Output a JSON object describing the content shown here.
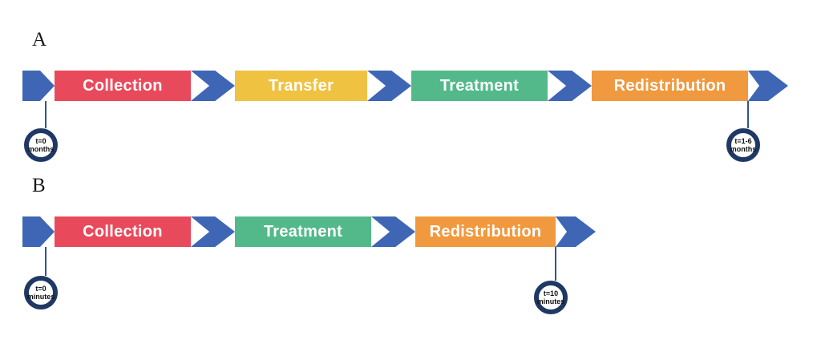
{
  "colors": {
    "connector_blue": "#3E66B5",
    "collection_red": "#E94A5B",
    "transfer_yellow": "#F0C242",
    "treatment_green": "#53B98B",
    "redistribution_orange": "#F0993E",
    "marker_ring_navy": "#1F3864",
    "marker_line_blue": "#2F5496",
    "stage_text": "#FFFFFF"
  },
  "timelines": [
    {
      "label": "A",
      "stages": [
        {
          "label": "Collection",
          "color": "#E94A5B"
        },
        {
          "label": "Transfer",
          "color": "#F0C242"
        },
        {
          "label": "Treatment",
          "color": "#53B98B"
        },
        {
          "label": "Redistribution",
          "color": "#F0993E"
        }
      ],
      "markers": [
        {
          "line1": "t=0",
          "line2": "months"
        },
        {
          "line1": "t=1-6",
          "line2": "months"
        }
      ]
    },
    {
      "label": "B",
      "stages": [
        {
          "label": "Collection",
          "color": "#E94A5B"
        },
        {
          "label": "Treatment",
          "color": "#53B98B"
        },
        {
          "label": "Redistribution",
          "color": "#F0993E"
        }
      ],
      "markers": [
        {
          "line1": "t=0",
          "line2": "minutes"
        },
        {
          "line1": "t=10",
          "line2": "minutes"
        }
      ]
    }
  ]
}
